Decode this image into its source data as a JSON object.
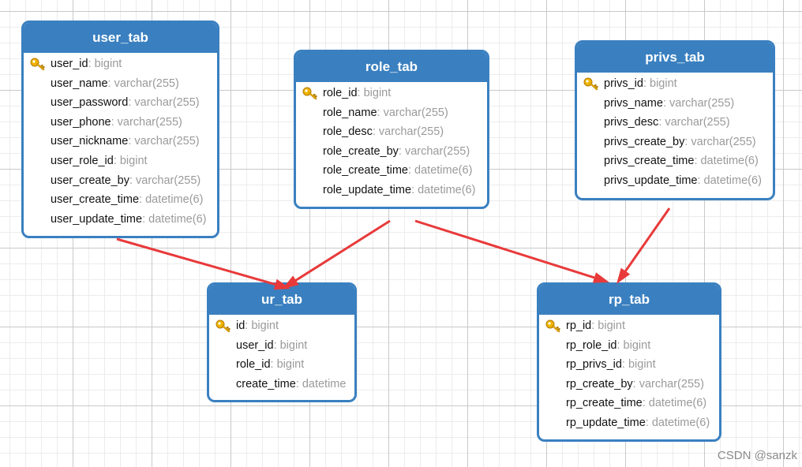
{
  "tables": [
    {
      "name": "user_tab",
      "fields": [
        {
          "name": "user_id",
          "type": ": bigint",
          "key": true
        },
        {
          "name": "user_name",
          "type": ": varchar(255)",
          "key": false
        },
        {
          "name": "user_password",
          "type": ": varchar(255)",
          "key": false
        },
        {
          "name": "user_phone",
          "type": ": varchar(255)",
          "key": false
        },
        {
          "name": "user_nickname",
          "type": ": varchar(255)",
          "key": false
        },
        {
          "name": "user_role_id",
          "type": ": bigint",
          "key": false
        },
        {
          "name": "user_create_by",
          "type": ": varchar(255)",
          "key": false
        },
        {
          "name": "user_create_time",
          "type": ": datetime(6)",
          "key": false
        },
        {
          "name": "user_update_time",
          "type": ": datetime(6)",
          "key": false
        }
      ]
    },
    {
      "name": "role_tab",
      "fields": [
        {
          "name": "role_id",
          "type": ": bigint",
          "key": true
        },
        {
          "name": "role_name",
          "type": ": varchar(255)",
          "key": false
        },
        {
          "name": "role_desc",
          "type": ": varchar(255)",
          "key": false
        },
        {
          "name": "role_create_by",
          "type": ": varchar(255)",
          "key": false
        },
        {
          "name": "role_create_time",
          "type": ": datetime(6)",
          "key": false
        },
        {
          "name": "role_update_time",
          "type": ": datetime(6)",
          "key": false
        }
      ]
    },
    {
      "name": "privs_tab",
      "fields": [
        {
          "name": "privs_id",
          "type": ": bigint",
          "key": true
        },
        {
          "name": "privs_name",
          "type": ": varchar(255)",
          "key": false
        },
        {
          "name": "privs_desc",
          "type": ": varchar(255)",
          "key": false
        },
        {
          "name": "privs_create_by",
          "type": ": varchar(255)",
          "key": false
        },
        {
          "name": "privs_create_time",
          "type": ": datetime(6)",
          "key": false
        },
        {
          "name": "privs_update_time",
          "type": ": datetime(6)",
          "key": false
        }
      ]
    },
    {
      "name": "ur_tab",
      "fields": [
        {
          "name": "id",
          "type": ": bigint",
          "key": true
        },
        {
          "name": "user_id",
          "type": ": bigint",
          "key": false
        },
        {
          "name": "role_id",
          "type": ": bigint",
          "key": false
        },
        {
          "name": "create_time",
          "type": ": datetime",
          "key": false
        }
      ]
    },
    {
      "name": "rp_tab",
      "fields": [
        {
          "name": "rp_id",
          "type": ": bigint",
          "key": true
        },
        {
          "name": "rp_role_id",
          "type": ": bigint",
          "key": false
        },
        {
          "name": "rp_privs_id",
          "type": ": bigint",
          "key": false
        },
        {
          "name": "rp_create_by",
          "type": ": varchar(255)",
          "key": false
        },
        {
          "name": "rp_create_time",
          "type": ": datetime(6)",
          "key": false
        },
        {
          "name": "rp_update_time",
          "type": ": datetime(6)",
          "key": false
        }
      ]
    }
  ],
  "relations": [
    {
      "from": "user_tab",
      "to": "ur_tab"
    },
    {
      "from": "role_tab",
      "to": "ur_tab"
    },
    {
      "from": "role_tab",
      "to": "rp_tab"
    },
    {
      "from": "privs_tab",
      "to": "rp_tab"
    }
  ],
  "watermark": "CSDN @sanzk",
  "colors": {
    "header": "#3a80c0",
    "arrow": "#e83a3a",
    "type_text": "#9a9a9a",
    "key_icon": "#f0b400"
  },
  "icons": {
    "primary_key": "key-icon"
  }
}
